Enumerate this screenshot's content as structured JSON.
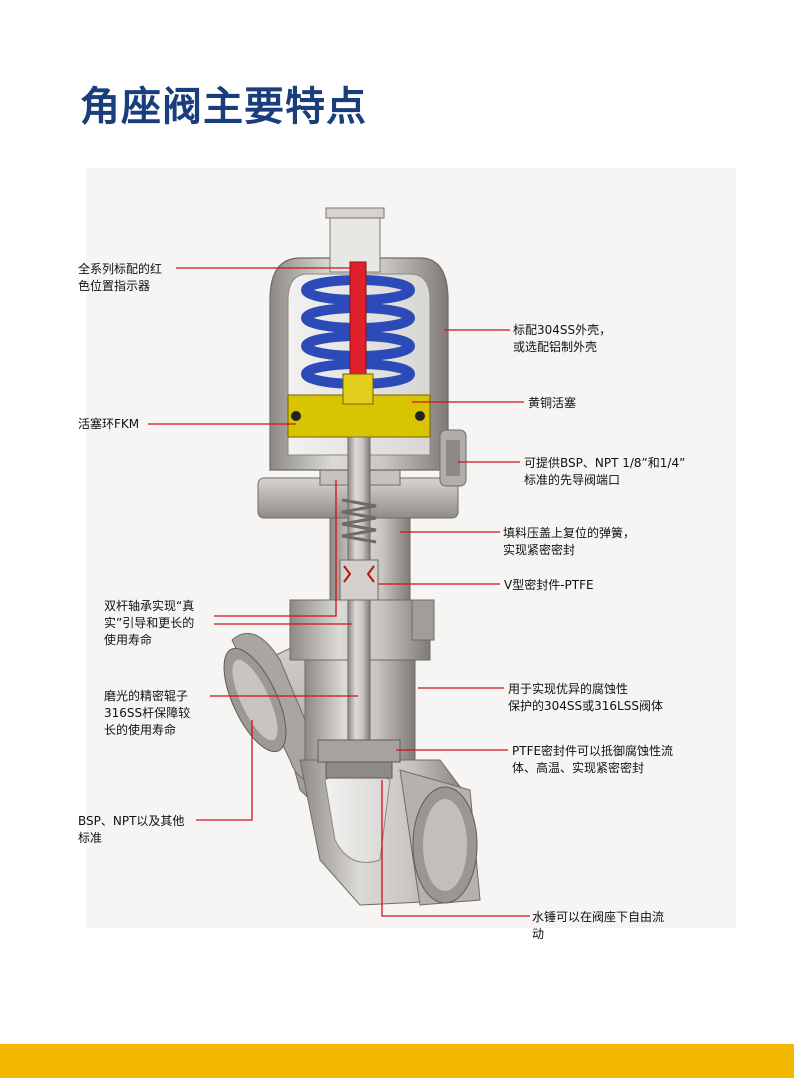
{
  "title": "角座阀主要特点",
  "colors": {
    "title": "#1a3d7c",
    "leader": "#d0101a",
    "spring": "#2c4bb8",
    "indicator": "#e0202a",
    "piston": "#d8c400",
    "footer": "#f5b800",
    "metal": "#bdbab6"
  },
  "callouts": [
    {
      "id": "red-indicator",
      "text": "全系列标配的红\n色位置指示器"
    },
    {
      "id": "piston-ring",
      "text": "活塞环FKM"
    },
    {
      "id": "dual-bearing",
      "text": "双杆轴承实现“真\n实”引导和更长的\n使用寿命"
    },
    {
      "id": "polished-stem",
      "text": "磨光的精密辊子\n316SS杆保障较\n长的使用寿命"
    },
    {
      "id": "thread-standard",
      "text": "BSP、NPT以及其他\n标准"
    },
    {
      "id": "housing",
      "text": "标配304SS外壳，\n或选配铝制外壳"
    },
    {
      "id": "brass-piston",
      "text": "黄铜活塞"
    },
    {
      "id": "pilot-port",
      "text": "可提供BSP、NPT 1/8”和1/4”\n标准的先导阀端口"
    },
    {
      "id": "packing-spring",
      "text": "填料压盖上复位的弹簧，\n实现紧密密封"
    },
    {
      "id": "v-seal",
      "text": "V型密封件-PTFE"
    },
    {
      "id": "body-material",
      "text": "用于实现优异的腐蚀性\n保护的304SS或316LSS阀体"
    },
    {
      "id": "ptfe-seal",
      "text": "PTFE密封件可以抵御腐蚀性流\n体、高温、实现紧密密封"
    },
    {
      "id": "water-hammer",
      "text": "水锤可以在阀座下自由流\n动"
    }
  ]
}
